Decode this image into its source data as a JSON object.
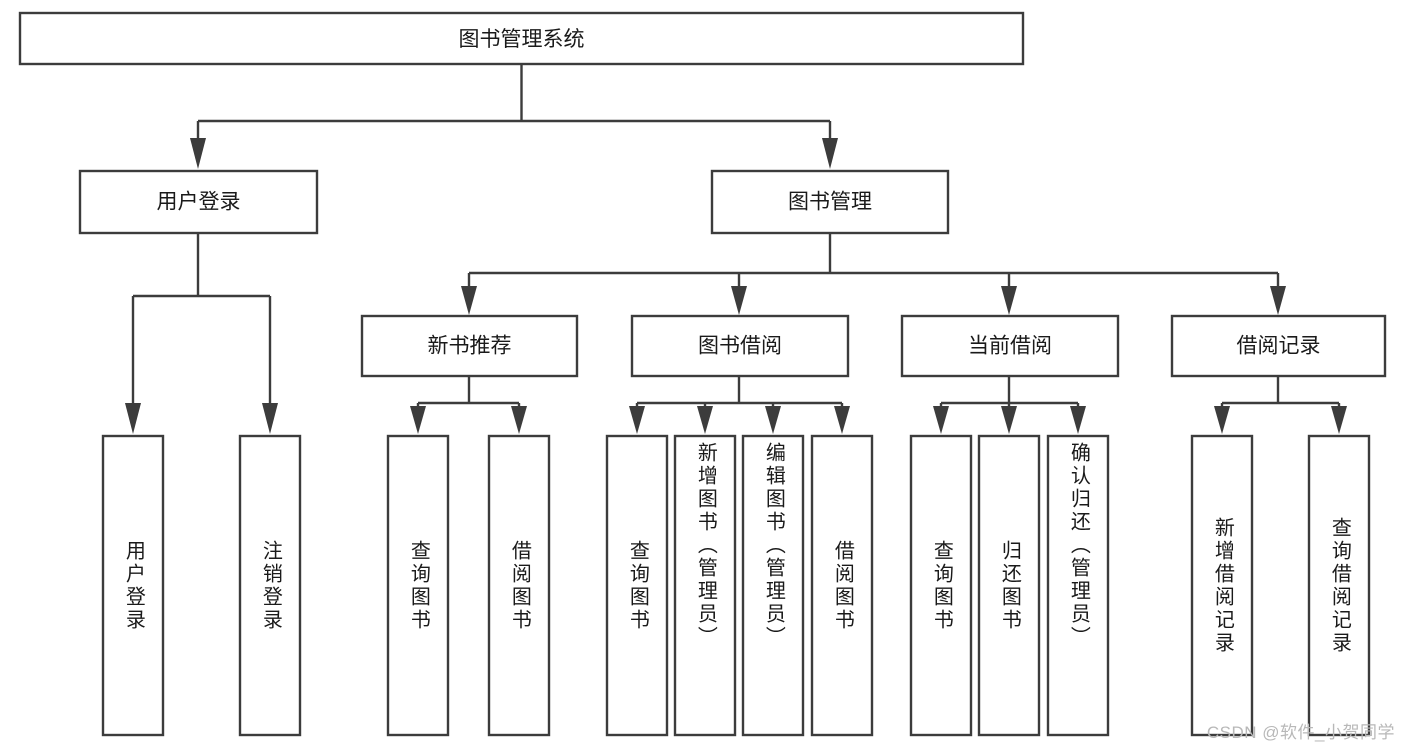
{
  "diagram": {
    "kind": "tree-hierarchy",
    "title": "图书管理系统",
    "stroke_color": "#3c3c3c",
    "text_color": "#1a1a1a",
    "background_color": "#ffffff",
    "watermark": "CSDN @软件_小贺同学"
  },
  "root": {
    "label": "图书管理系统"
  },
  "level2": [
    {
      "label": "用户登录"
    },
    {
      "label": "图书管理"
    }
  ],
  "level3": [
    {
      "label": "新书推荐"
    },
    {
      "label": "图书借阅"
    },
    {
      "label": "当前借阅"
    },
    {
      "label": "借阅记录"
    }
  ],
  "leaves": {
    "user_login": [
      {
        "label": "用户登录"
      },
      {
        "label": "注销登录"
      }
    ],
    "new_book_recommend": [
      {
        "label": "查询图书"
      },
      {
        "label": "借阅图书"
      }
    ],
    "book_borrow": [
      {
        "label": "查询图书"
      },
      {
        "label": "新增图书（管理员）"
      },
      {
        "label": "编辑图书（管理员）"
      },
      {
        "label": "借阅图书"
      }
    ],
    "current_borrow": [
      {
        "label": "查询图书"
      },
      {
        "label": "归还图书"
      },
      {
        "label": "确认归还（管理员）"
      }
    ],
    "borrow_record": [
      {
        "label": "新增借阅记录"
      },
      {
        "label": "查询借阅记录"
      }
    ]
  }
}
